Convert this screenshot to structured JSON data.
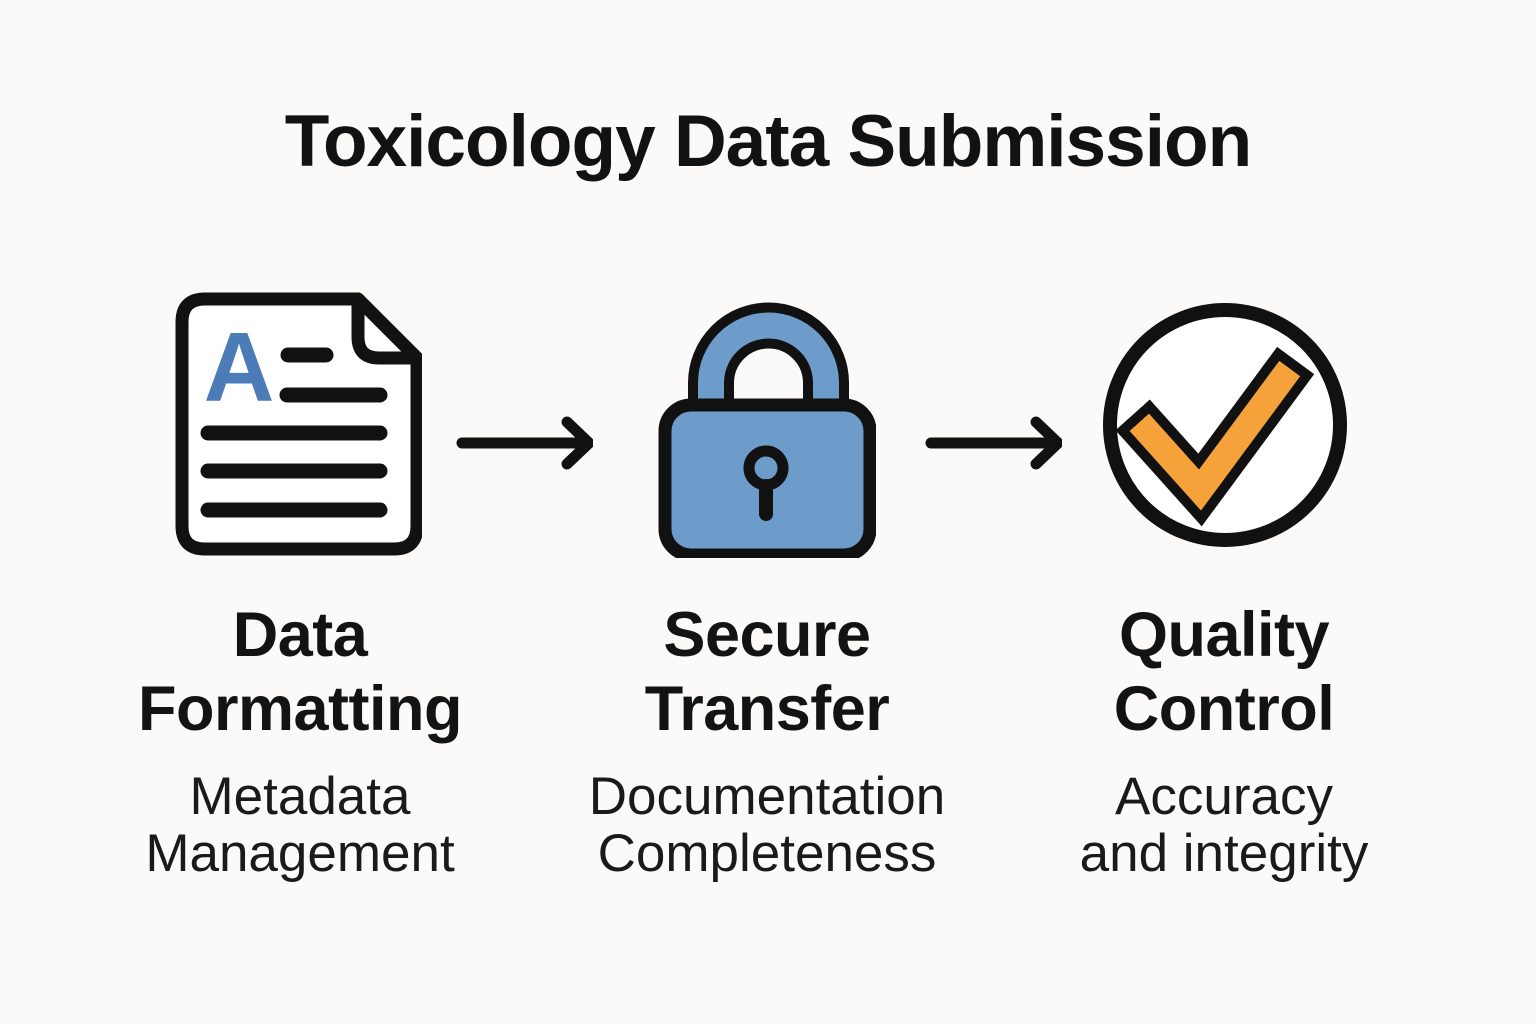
{
  "title": "Toxicology Data Submission",
  "colors": {
    "background": "#fbfaf8",
    "ink": "#111111",
    "page_white": "#ffffff",
    "document_letter_blue": "#4c7cb8",
    "lock_blue": "#6d9cca",
    "check_orange": "#f6a23b"
  },
  "steps": [
    {
      "icon": "document-icon",
      "icon_letter": "A",
      "title_lines": [
        "Data",
        "Formatting"
      ],
      "subtitle_lines": [
        "Metadata",
        "Management"
      ]
    },
    {
      "icon": "lock-icon",
      "title_lines": [
        "Secure",
        "Transfer"
      ],
      "subtitle_lines": [
        "Documentation",
        "Completeness"
      ]
    },
    {
      "icon": "check-icon",
      "title_lines": [
        "Quality",
        "Control"
      ],
      "subtitle_lines": [
        "Accuracy",
        "and integrity"
      ]
    }
  ],
  "connectors": [
    {
      "icon": "arrow-right-icon"
    },
    {
      "icon": "arrow-right-icon"
    }
  ]
}
